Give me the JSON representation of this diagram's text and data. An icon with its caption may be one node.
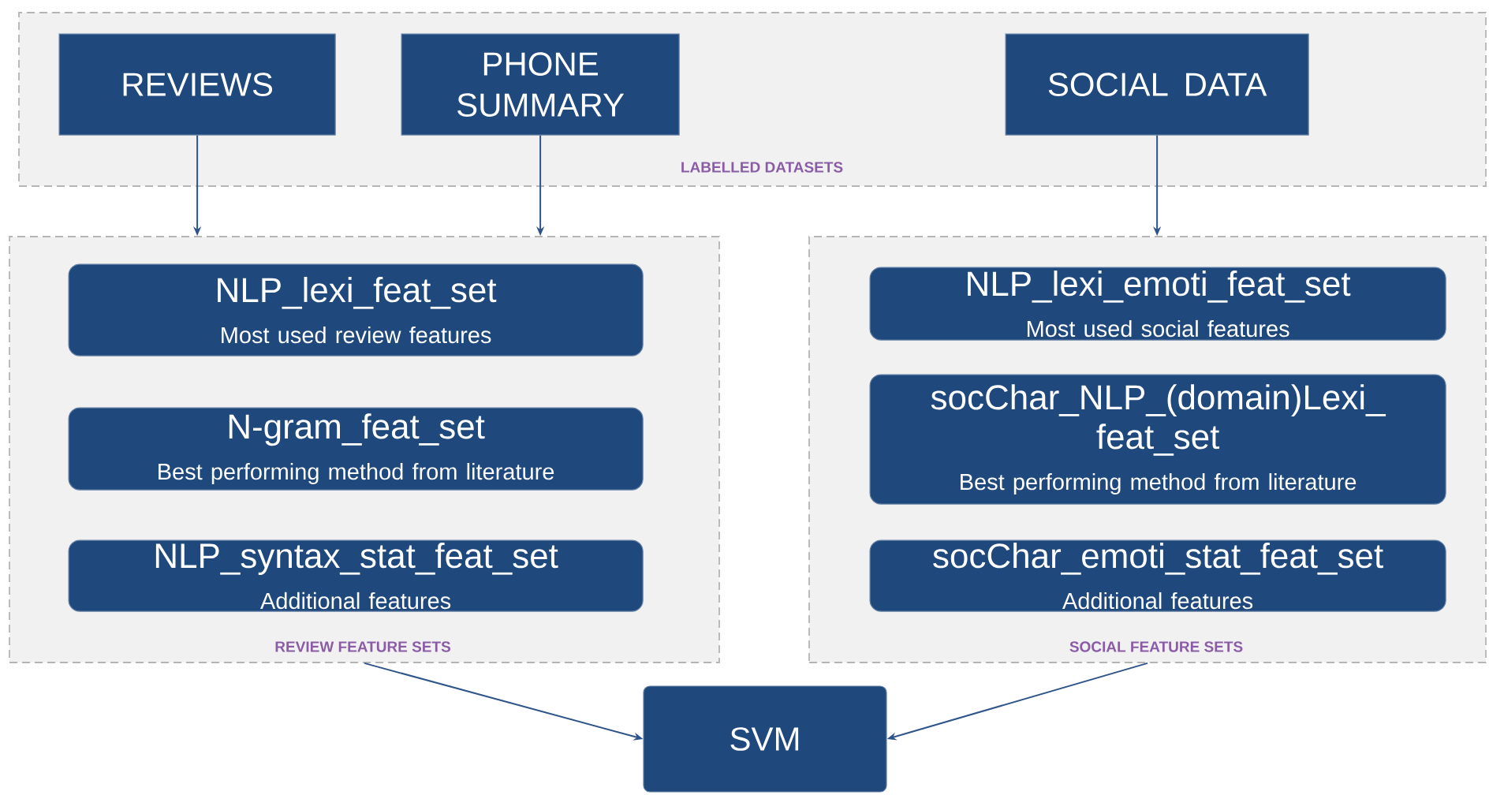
{
  "diagram": {
    "nodes": [
      {
        "text": [
          "LABELLED DATASETS"
        ]
      },
      {
        "text": [
          "REVIEWS"
        ],
        "in": 0
      },
      {
        "text": [
          "PHONE SUMMARY"
        ],
        "in": 0
      },
      {
        "text": [
          "SOCIAL DATA"
        ],
        "in": 0
      },
      {
        "text": [
          "REVIEW FEATURE SETS"
        ]
      },
      {
        "text": [
          "NLP_lexi_feat_set",
          "Most used review features"
        ],
        "in": 4
      },
      {
        "text": [
          "N-gram_feat_set",
          "Best performing method from literature"
        ],
        "in": 4
      },
      {
        "text": [
          "NLP_syntax_stat_feat_set",
          "Additional features"
        ],
        "in": 4
      },
      {
        "text": [
          "SOCIAL FEATURE SETS"
        ]
      },
      {
        "text": [
          "NLP_lexi_emoti_feat_set",
          "Most used social features"
        ],
        "in": 8
      },
      {
        "text": [
          "socChar_NLP_(domain)Lexi_ feat_set",
          "Best performing method from literature"
        ],
        "in": 8
      },
      {
        "text": [
          "socChar_emoti_stat_feat_set",
          "Additional features"
        ],
        "in": 8
      },
      {
        "text": [
          "SVM"
        ]
      }
    ],
    "edges": [
      {
        "from": 1,
        "to": 4,
        "arrow": "to"
      },
      {
        "from": 2,
        "to": 4,
        "arrow": "to"
      },
      {
        "from": 3,
        "to": 8,
        "arrow": "to"
      },
      {
        "from": 4,
        "to": 12,
        "arrow": "to"
      },
      {
        "from": 8,
        "to": 12,
        "arrow": "to"
      }
    ]
  }
}
